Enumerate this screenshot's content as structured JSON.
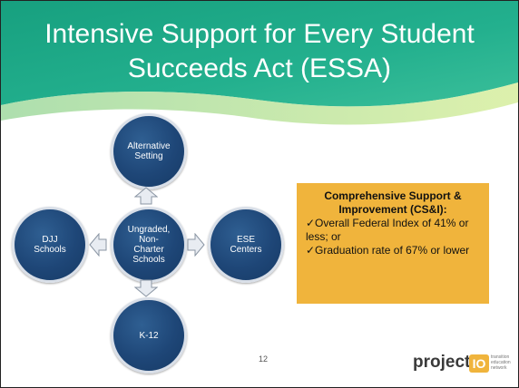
{
  "slide": {
    "title_line1": "Intensive Support for Every Student",
    "title_line2": "Succeeds Act (ESSA)",
    "page_number": "12"
  },
  "diagram": {
    "center": [
      "Ungraded,",
      "Non-",
      "Charter",
      "Schools"
    ],
    "top": [
      "Alternative",
      "Setting"
    ],
    "left": [
      "DJJ",
      "Schools"
    ],
    "right": [
      "ESE",
      "Centers"
    ],
    "bottom": [
      "K-12"
    ]
  },
  "callout": {
    "heading_line1": "Comprehensive Support &",
    "heading_line2": "Improvement (CS&I):",
    "items": [
      "✓Overall Federal Index of 41% or less; or",
      "✓Graduation rate of 67% or lower"
    ]
  },
  "logo": {
    "word": "project",
    "io": "IO",
    "tag_lines": [
      "transition",
      "education",
      "network"
    ]
  },
  "colors": {
    "title_band": "#1fa58a",
    "circle_fill": "#1e4677",
    "callout_fill": "#f0b43c"
  }
}
